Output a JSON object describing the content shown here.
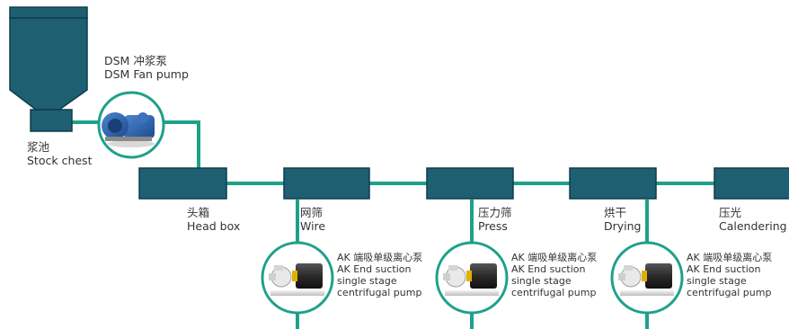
{
  "colors": {
    "line": "#1fa08a",
    "box": "#1e5f72",
    "box_stroke": "#0f3d4c",
    "pump_blue": "#2a5fa8",
    "motor": "#2b2b2b",
    "pump_yellow": "#e0b000"
  },
  "stock_chest": {
    "zh": "浆池",
    "en": "Stock chest"
  },
  "fan_pump": {
    "zh": "DSM 冲浆泵",
    "en": "DSM Fan pump"
  },
  "stages": [
    {
      "zh": "头箱",
      "en": "Head box"
    },
    {
      "zh": "网筛",
      "en": "Wire"
    },
    {
      "zh": "压力筛",
      "en": "Press"
    },
    {
      "zh": "烘干",
      "en": "Drying"
    },
    {
      "zh": "压光",
      "en": "Calendering"
    }
  ],
  "ak_pump": {
    "zh": "AK 端吸单级离心泵",
    "en1": "AK End suction",
    "en2": "single stage",
    "en3": "centrifugal pump"
  }
}
